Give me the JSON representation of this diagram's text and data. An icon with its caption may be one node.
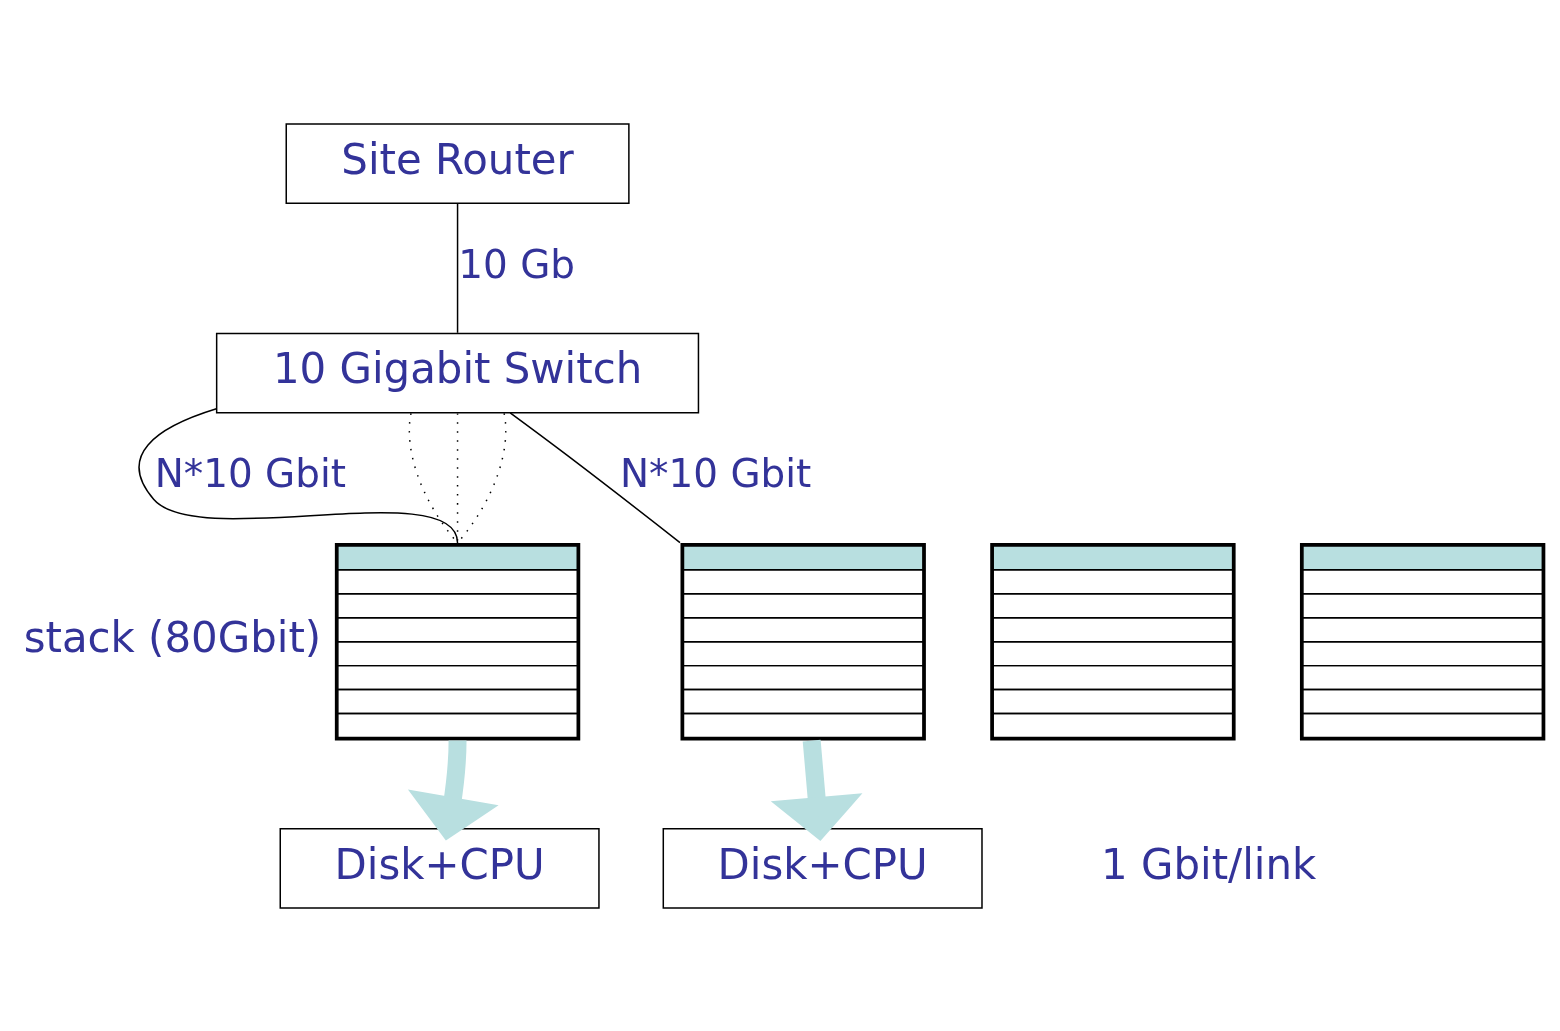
{
  "diagram": {
    "nodes": [
      {
        "text": [
          "Site Router"
        ]
      },
      {
        "text": [
          "10 Gigabit Switch"
        ]
      },
      {
        "text": [],
        "shape": "box",
        "beside": [
          "stack (80Gbit)"
        ]
      },
      {
        "text": [],
        "shape": "box"
      },
      {
        "text": [],
        "shape": "box"
      },
      {
        "text": [],
        "shape": "box"
      },
      {
        "text": [
          "Disk+CPU"
        ]
      },
      {
        "text": [
          "Disk+CPU"
        ]
      }
    ],
    "edges": [
      {
        "from": 0,
        "to": 1,
        "arrow": "none",
        "label": "10 Gb"
      },
      {
        "from": 1,
        "to": 2,
        "arrow": "none",
        "label": "N*10 Gbit"
      },
      {
        "from": 1,
        "to": 2,
        "arrow": "none",
        "style": "dashed"
      },
      {
        "from": 1,
        "to": 2,
        "arrow": "none",
        "style": "dashed"
      },
      {
        "from": 1,
        "to": 2,
        "arrow": "none",
        "style": "dashed"
      },
      {
        "from": 1,
        "to": 3,
        "arrow": "none",
        "label": "N*10 Gbit"
      },
      {
        "from": 2,
        "to": 6,
        "arrow": "to",
        "style": "thick",
        "color": "#b8dfe0"
      },
      {
        "from": 3,
        "to": 7,
        "arrow": "to",
        "style": "thick",
        "color": "#b8dfe0"
      }
    ],
    "labels": [
      "1 Gbit/link"
    ]
  }
}
